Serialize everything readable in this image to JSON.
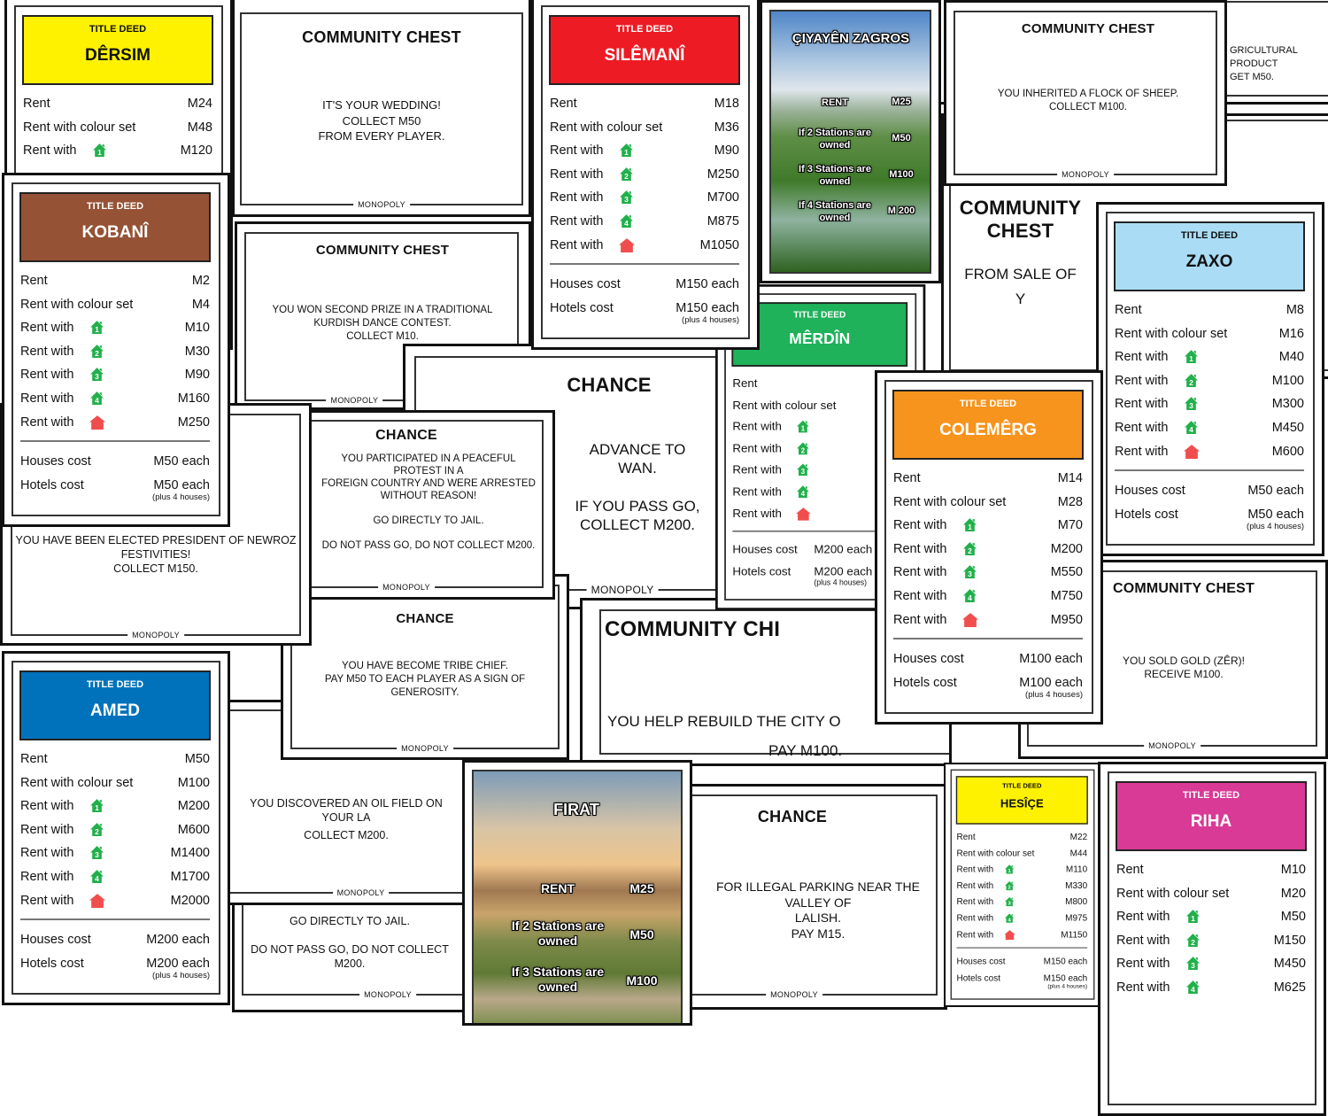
{
  "labels": {
    "title_deed": "TITLE DEED",
    "rent": "Rent",
    "rent_colour_set": "Rent with colour set",
    "rent_with": "Rent with",
    "houses_cost": "Houses cost",
    "hotels_cost": "Hotels cost",
    "plus_note": "(plus 4 houses)",
    "footer": "MONOPOLY",
    "station_rent": "RENT",
    "house_icons": [
      "house-1-icon",
      "house-2-icon",
      "house-3-icon",
      "house-4-icon",
      "hotel-icon"
    ]
  },
  "colors": {
    "house": "#21b04b",
    "hotel": "#f04e4e"
  },
  "cards": {
    "dersim": {
      "name": "DÊRSIM",
      "color": "#fff200",
      "text_color": "#111111",
      "rents": [
        "M24",
        "M48",
        "M120"
      ]
    },
    "kobani": {
      "name": "KOBANÎ",
      "color": "#955235",
      "text_color": "#ffffff",
      "rents": [
        "M2",
        "M4",
        "M10",
        "M30",
        "M90",
        "M160",
        "M250"
      ],
      "houses": "M50 each",
      "hotels": "M50 each"
    },
    "silemani": {
      "name": "SILÊMANÎ",
      "color": "#ed1b24",
      "text_color": "#ffffff",
      "rents": [
        "M18",
        "M36",
        "M90",
        "M250",
        "M700",
        "M875",
        "M1050"
      ],
      "houses": "M150 each",
      "hotels": "M150 each"
    },
    "merdin": {
      "name": "MÊRDÎN",
      "color": "#1fb25a",
      "text_color": "#ffffff",
      "rents": [
        "",
        "",
        "",
        "",
        "",
        "",
        ""
      ],
      "houses": "M200 each",
      "hotels": "M200 each"
    },
    "zaxo": {
      "name": "ZAXO",
      "color": "#aadcf5",
      "text_color": "#111111",
      "rents": [
        "M8",
        "M16",
        "M40",
        "M100",
        "M300",
        "M450",
        "M600"
      ],
      "houses": "M50 each",
      "hotels": "M50 each"
    },
    "colemerg": {
      "name": "COLEMÊRG",
      "color": "#f7941d",
      "text_color": "#ffffff",
      "rents": [
        "M14",
        "M28",
        "M70",
        "M200",
        "M550",
        "M750",
        "M950"
      ],
      "houses": "M100 each",
      "hotels": "M100 each"
    },
    "amed": {
      "name": "AMED",
      "color": "#0072bb",
      "text_color": "#ffffff",
      "rents": [
        "M50",
        "M100",
        "M200",
        "M600",
        "M1400",
        "M1700",
        "M2000"
      ],
      "houses": "M200 each",
      "hotels": "M200 each"
    },
    "hesice": {
      "name": "HESÎÇE",
      "color": "#fff200",
      "text_color": "#111111",
      "rents": [
        "M22",
        "M44",
        "M110",
        "M330",
        "M800",
        "M975",
        "M1150"
      ],
      "houses": "M150 each",
      "hotels": "M150 each"
    },
    "riha": {
      "name": "RIHA",
      "color": "#d93a96",
      "text_color": "#ffffff",
      "rents": [
        "M10",
        "M20",
        "M50",
        "M150",
        "M450",
        "M625"
      ]
    },
    "wedding": {
      "title": "COMMUNITY CHEST",
      "body": "IT'S YOUR WEDDING!\nCOLLECT M50\nFROM EVERY PLAYER."
    },
    "prize": {
      "title": "COMMUNITY CHEST",
      "body": "YOU WON SECOND PRIZE IN A TRADITIONAL\nKURDISH DANCE CONTEST.\nCOLLECT M10."
    },
    "newroz": {
      "body": "YOU HAVE BEEN ELECTED PRESIDENT OF NEWROZ\nFESTIVITIES!\nCOLLECT M150."
    },
    "protest": {
      "title": "CHANCE",
      "body": "YOU PARTICIPATED IN A PEACEFUL PROTEST IN A\nFOREIGN COUNTRY AND WERE ARRESTED\nWITHOUT REASON!\n\nGO DIRECTLY TO JAIL.\n\nDO NOT PASS GO, DO NOT COLLECT M200."
    },
    "tribe": {
      "title": "CHANCE",
      "body": "YOU HAVE BECOME TRIBE CHIEF.\nPAY M50 TO EACH PLAYER AS A SIGN OF GENEROSITY."
    },
    "wan": {
      "title": "CHANCE",
      "body": "ADVANCE TO\nWAN.\n\nIF YOU PASS GO,\nCOLLECT M200."
    },
    "rebuild": {
      "title": "COMMUNITY CHI",
      "body": "YOU HELP REBUILD THE CITY O",
      "body2": "PAY M100."
    },
    "sheep": {
      "title": "COMMUNITY CHEST",
      "body": "YOU INHERITED A FLOCK OF SHEEP.\nCOLLECT M100."
    },
    "agri": {
      "body": "GRICULTURAL PRODUCT\nGET M50."
    },
    "sale": {
      "title": "COMMUNITY CHEST",
      "body": "FROM SALE OF",
      "body2": "Y"
    },
    "gold": {
      "title": "COMMUNITY CHEST",
      "body": "YOU SOLD GOLD (ZÊR)!\nRECEIVE M100."
    },
    "oil": {
      "body": "YOU DISCOVERED AN OIL FIELD ON YOUR LA",
      "body2": "COLLECT M200."
    },
    "jail2": {
      "body": "GO DIRECTLY TO JAIL.\n\nDO NOT PASS GO, DO NOT COLLECT M200."
    },
    "lalish": {
      "title": "CHANCE",
      "body": "FOR ILLEGAL PARKING NEAR THE VALLEY OF\nLALISH.\nPAY M15."
    },
    "zagros": {
      "name": "ÇIYAYÊN ZAGROS",
      "rows": [
        {
          "label": "RENT",
          "value": "M25"
        },
        {
          "label": "If 2 Stations are\nowned",
          "value": "M50"
        },
        {
          "label": "If 3 Stations are\nowned",
          "value": "M100"
        },
        {
          "label": "If 4 Stations are\nowned",
          "value": "M 200"
        }
      ]
    },
    "firat": {
      "name": "FIRAT",
      "rows": [
        {
          "label": "RENT",
          "value": "M25"
        },
        {
          "label": "If 2 Stations are\nowned",
          "value": "M50"
        },
        {
          "label": "If 3 Stations are\nowned",
          "value": "M100"
        }
      ]
    }
  }
}
